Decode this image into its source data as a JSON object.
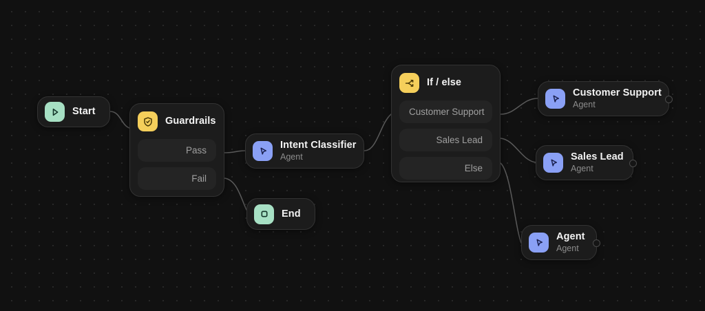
{
  "canvas": {
    "background": "#111111",
    "dot_color": "#2a2a2a"
  },
  "palette": {
    "node_bg": "#1c1c1c",
    "node_border": "#333333",
    "row_bg": "#242424",
    "title_color": "#f3f3f3",
    "subtitle_color": "#8c8c8c",
    "edge_color": "#5a5a5a",
    "green": "#a7e0c4",
    "yellow": "#f5cf5b",
    "blue": "#8aa0f5"
  },
  "nodes": {
    "start": {
      "title": "Start",
      "icon": "play-icon",
      "icon_color": "#a7e0c4"
    },
    "guardrails": {
      "title": "Guardrails",
      "icon": "shield-check-icon",
      "icon_color": "#f5cf5b",
      "rows": [
        {
          "label": "Pass",
          "align": "right"
        },
        {
          "label": "Fail",
          "align": "right"
        }
      ]
    },
    "intent_classifier": {
      "title": "Intent Classifier",
      "subtitle": "Agent",
      "icon": "cursor-arrow-icon",
      "icon_color": "#8aa0f5"
    },
    "end": {
      "title": "End",
      "icon": "stop-square-icon",
      "icon_color": "#a7e0c4"
    },
    "if_else": {
      "title": "If / else",
      "icon": "branch-split-icon",
      "icon_color": "#f5cf5b",
      "rows": [
        {
          "label": "Customer Support",
          "align": "left"
        },
        {
          "label": "Sales Lead",
          "align": "right"
        },
        {
          "label": "Else",
          "align": "right"
        }
      ]
    },
    "customer_support": {
      "title": "Customer Support",
      "subtitle": "Agent",
      "icon": "cursor-arrow-icon",
      "icon_color": "#8aa0f5"
    },
    "sales_lead": {
      "title": "Sales Lead",
      "subtitle": "Agent",
      "icon": "cursor-arrow-icon",
      "icon_color": "#8aa0f5"
    },
    "agent": {
      "title": "Agent",
      "subtitle": "Agent",
      "icon": "cursor-arrow-icon",
      "icon_color": "#8aa0f5"
    }
  }
}
